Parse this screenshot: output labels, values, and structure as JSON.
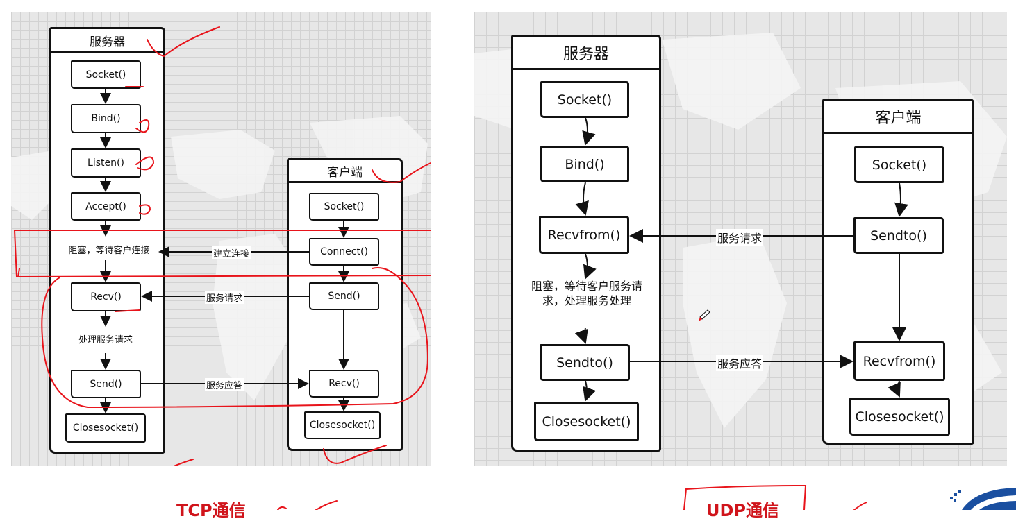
{
  "tcp": {
    "server": {
      "title": "服务器",
      "steps": [
        "Socket()",
        "Bind()",
        "Listen()",
        "Accept()",
        "阻塞，等待客户连接",
        "Recv()",
        "处理服务请求",
        "Send()",
        "Closesocket()"
      ]
    },
    "client": {
      "title": "客户端",
      "steps": [
        "Socket()",
        "Connect()",
        "Send()",
        "Recv()",
        "Closesocket()"
      ]
    },
    "messages": {
      "connect": "建立连接",
      "request": "服务请求",
      "response": "服务应答"
    },
    "caption": "TCP通信"
  },
  "udp": {
    "server": {
      "title": "服务器",
      "steps": [
        "Socket()",
        "Bind()",
        "Recvfrom()",
        "阻塞，等待客户服务请求，处理服务处理",
        "Sendto()",
        "Closesocket()"
      ]
    },
    "client": {
      "title": "客户端",
      "steps": [
        "Socket()",
        "Sendto()",
        "Recvfrom()",
        "Closesocket()"
      ]
    },
    "messages": {
      "request": "服务请求",
      "response": "服务应答"
    },
    "caption": "UDP通信"
  },
  "colors": {
    "annotation": "#e8141b",
    "caption": "#d0141b",
    "grid": "#d2d2d2",
    "background": "#e7e7e7"
  }
}
